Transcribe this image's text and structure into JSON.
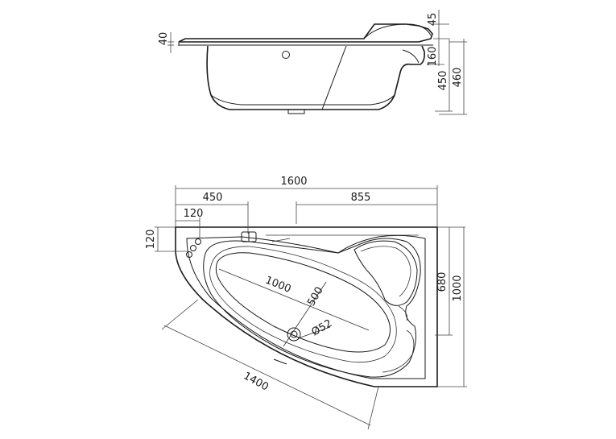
{
  "side_view": {
    "dims": {
      "rim_thickness": "40",
      "top_offset": "45",
      "headrest_height": "160",
      "inner_depth": "450",
      "total_height": "460"
    }
  },
  "top_view": {
    "dims": {
      "total_length": "1600",
      "left_section": "450",
      "right_section": "855",
      "tap_offset_x": "120",
      "tap_offset_y": "120",
      "basin_length": "1000",
      "basin_width": "500",
      "drain_diameter": "Ø52",
      "right_edge_height": "680",
      "total_width": "1000",
      "diagonal_length": "1400"
    }
  },
  "colors": {
    "line": "#1a1a1a",
    "background": "#ffffff"
  }
}
